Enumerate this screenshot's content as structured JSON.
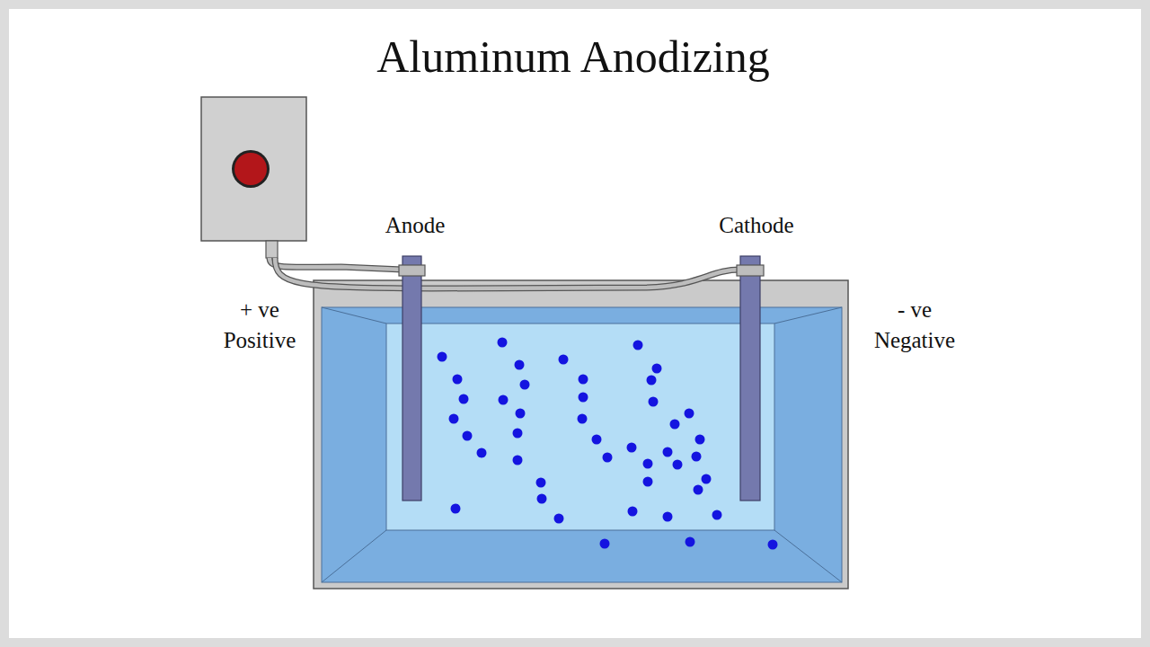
{
  "diagram": {
    "title": "Aluminum Anodizing",
    "labels": [
      "Anode",
      "Cathode",
      "+ ve Positive",
      "- ve Negative"
    ]
  }
}
